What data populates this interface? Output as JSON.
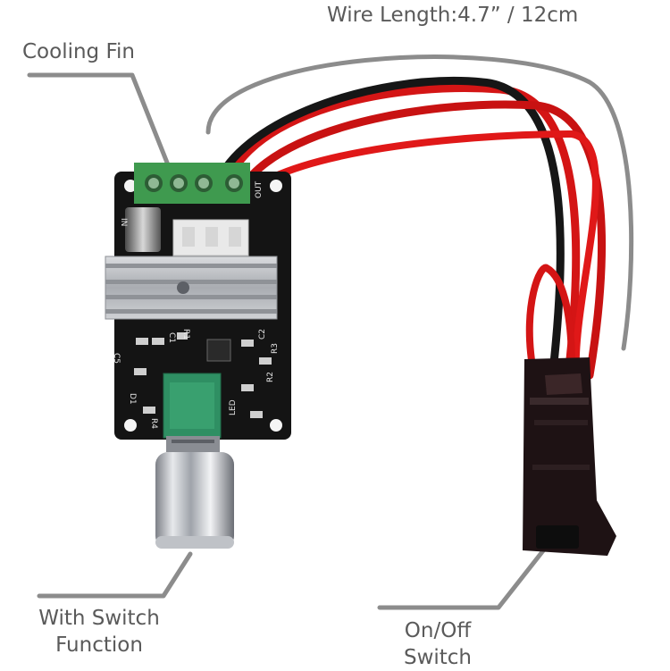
{
  "callouts": {
    "wire_length": "Wire Length:4.7” / 12cm",
    "cooling_fin": "Cooling Fin",
    "with_switch_function": [
      "With Switch",
      "Function"
    ],
    "on_off_switch": [
      "On/Off",
      "Switch"
    ]
  },
  "board": {
    "terminal_in_label": "IN",
    "terminal_out_label": "OUT",
    "silkscreen": [
      "C5",
      "C1",
      "R1",
      "C2",
      "R3",
      "R2",
      "R4",
      "D1",
      "LED"
    ]
  },
  "colors": {
    "callout_text": "#5a5a5a",
    "leader_line": "#8c8c8c",
    "pcb": "#141414",
    "terminal_block": "#3f9a4f",
    "heatsink": "#b9bcc0",
    "potentiometer": "#2f8f63",
    "wire_red": "#d41515",
    "wire_black": "#161616",
    "switch_body": "#1e1214"
  }
}
